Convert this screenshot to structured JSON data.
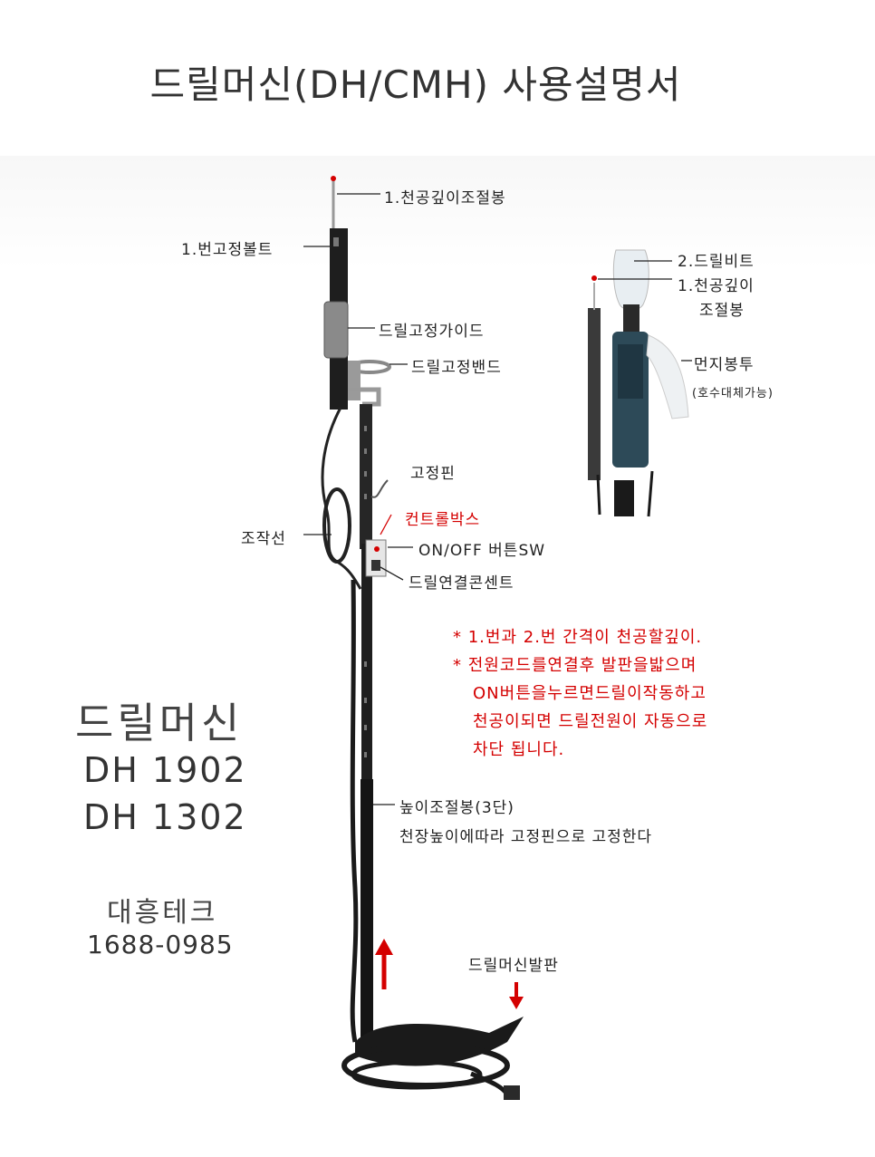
{
  "title": "드릴머신(DH/CMH) 사용설명서",
  "labels": {
    "depth_rod": "1.천공깊이조절봉",
    "fix_bolt": "1.번고정볼트",
    "drill_guide": "드릴고정가이드",
    "drill_band": "드릴고정밴드",
    "fix_pin": "고정핀",
    "control_box": "컨트롤박스",
    "onoff": "ON/OFF 버튼SW",
    "op_cable": "조작선",
    "outlet": "드릴연결콘센트",
    "height_rod": "높이조절봉(3단)",
    "height_rod_desc": "천장높이에따라 고정핀으로 고정한다",
    "pedal": "드릴머신발판"
  },
  "inset": {
    "drill_bit": "2.드릴비트",
    "depth_rod_line1": "1.천공깊이",
    "depth_rod_line2": "조절봉",
    "dust_bag": "먼지봉투",
    "dust_bag_note": "(호수대체가능)"
  },
  "notes": [
    "* 1.번과 2.번 간격이 천공할깊이.",
    "* 전원코드를연결후 발판을밟으며",
    "ON버튼을누르면드릴이작동하고",
    "천공이되면 드릴전원이 자동으로",
    "차단 됩니다."
  ],
  "product": {
    "name": "드릴머신",
    "model1": "DH 1902",
    "model2": "DH 1302",
    "company": "대흥테크",
    "phone": "1688-0985"
  },
  "colors": {
    "accent_red": "#d40000",
    "pole": "#1e1e1e"
  }
}
